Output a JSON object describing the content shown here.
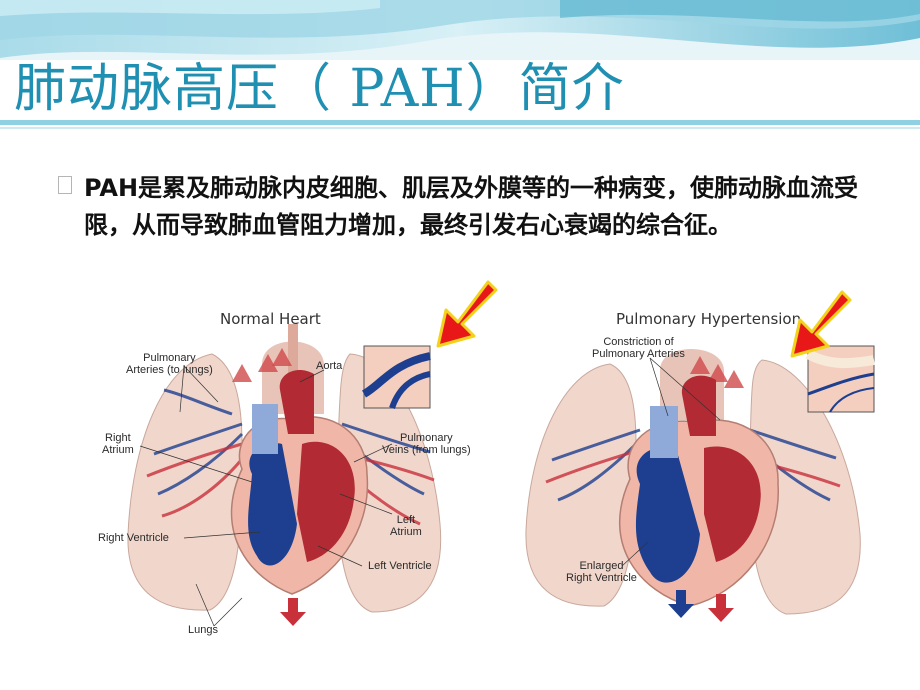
{
  "slide": {
    "title": "肺动脉高压（ PAH）简介",
    "bullet": "PAH是累及肺动脉内皮细胞、肌层及外膜等的一种病变，使肺动脉血流受限，从而导致肺血管阻力增加，最终引发右心衰竭的综合征。"
  },
  "figure": {
    "normal": {
      "title": "Normal Heart",
      "labels": {
        "pulmonary_arteries": "Pulmonary\nArteries (to lungs)",
        "aorta": "Aorta",
        "right_atrium": "Right\nAtrium",
        "pulmonary_veins": "Pulmonary\nVeins (from lungs)",
        "left_atrium": "Left\nAtrium",
        "right_ventricle": "Right Ventricle",
        "left_ventricle": "Left Ventricle",
        "lungs": "Lungs"
      }
    },
    "hypertension": {
      "title": "Pulmonary Hypertension",
      "labels": {
        "constriction": "Constriction of\nPulmonary Arteries",
        "enlarged_rv": "Enlarged\nRight Ventricle"
      }
    }
  },
  "colors": {
    "title": "#1f8fb2",
    "header_wave": "#7cc6dc",
    "arrow_fill": "#e81818",
    "arrow_outline": "#f2d21a",
    "lung": "#f1d6cc",
    "vein_blue": "#1e3f8f",
    "artery_red": "#c8303a"
  }
}
